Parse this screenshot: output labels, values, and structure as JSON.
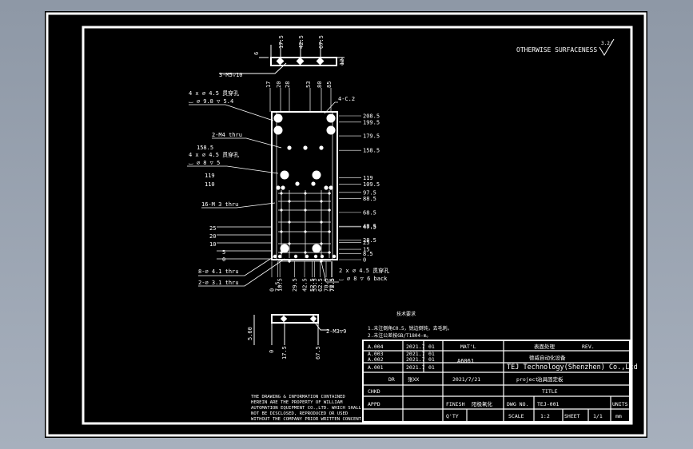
{
  "notes": {
    "surface_finish": "OTHERWISE SURFACENESS",
    "surface_value": "3.2/",
    "copyright": [
      "THE DRAWING & INFORMATION CONTAINED",
      "HEREIN ARE THE PROPERTY OF WILLIAM",
      "AUTOMATION EQUIPMENT CO.,LTD. WHICH SHALL",
      "NOT BE DISCLOSED, REPRODUCED OR USED",
      "WITHOUT THE COMPANY PRIOR WRITTEN CONCENT."
    ],
    "tech_title": "技术要求",
    "tech_lines": [
      "1.未注倒角C0.5，锐边倒钝，去毛刺。",
      "2.未注公差按GB/T1804-m。"
    ]
  },
  "top_view": {
    "thread_callout": "3-M5▽10",
    "dims": [
      "6",
      "17.5",
      "42.5",
      "67.5",
      "12"
    ]
  },
  "main_view": {
    "top_dims": [
      "17",
      "20",
      "28",
      "53",
      "80",
      "85"
    ],
    "callouts_left": [
      "4 x ⌀  4.5 贯穿孔",
      "⌴ ⌀  9.8 ▽ 5.4",
      "2-M4 thru",
      "158.5",
      "4 x ⌀  4.5 贯穿孔",
      "⌴ ⌀  8 ▽ 5",
      "119",
      "110",
      "16-M 3 thru",
      "25",
      "20",
      "10",
      "5",
      "0",
      "8-⌀  4.1 thru",
      "2-⌀  3.1 thru"
    ],
    "chamfer": "4-C.2",
    "right_dims": [
      "208.5",
      "199.5",
      "179.5",
      "158.5",
      "119",
      "109.5",
      "97.5",
      "88.5",
      "68.5",
      "48.5",
      "47.5",
      "28.5",
      "25",
      "15",
      "8.5",
      "0"
    ],
    "bottom_right_callout": [
      "2 x ⌀  4.5 贯穿孔",
      "⌴ ⌀  8 ▽ 6 back"
    ],
    "bottom_dims": [
      "0",
      "7.5",
      "10.5",
      "29.5",
      "42.5",
      "52.5",
      "55.5",
      "62.5",
      "70.5",
      "77.5",
      "78.5"
    ]
  },
  "bottom_view": {
    "thread_callout": "2-M3▽9",
    "dims": [
      "5.60",
      "0",
      "17.5",
      "67.5"
    ]
  },
  "title_block": {
    "rev_rows": [
      [
        "A.004",
        "2021.7",
        "01"
      ],
      [
        "A.003",
        "2021.7",
        "01"
      ],
      [
        "A.002",
        "2021.7",
        "01"
      ],
      [
        "A.001",
        "2021.7",
        "01"
      ]
    ],
    "mat_label": "MAT'L",
    "mat_value": "A6061",
    "hard_label": "表面处理",
    "rev_label": "REV.",
    "company_cn": "德威自动化设备",
    "company_en": "TEJ Technology(Shenzhen) Co.,Ltd",
    "dr_label": "DR",
    "dr_value": "张XX",
    "date_value": "2021/7/21",
    "title_label": "TITLE",
    "project_label": "project",
    "project_value": "治具固定板",
    "chkd_label": "CHKD",
    "appd_label": "APPD",
    "finish_label": "FINISH",
    "finish_value": "阳极氧化",
    "dwg_label": "DWG NO.",
    "dwg_value": "TEJ-001",
    "units_label": "UNITS",
    "qty_label": "Q'TY",
    "scale_label": "SCALE",
    "scale_value": "1:2",
    "sheet_label": "SHEET",
    "sheet_value": "1/1",
    "units_value": "mm"
  }
}
